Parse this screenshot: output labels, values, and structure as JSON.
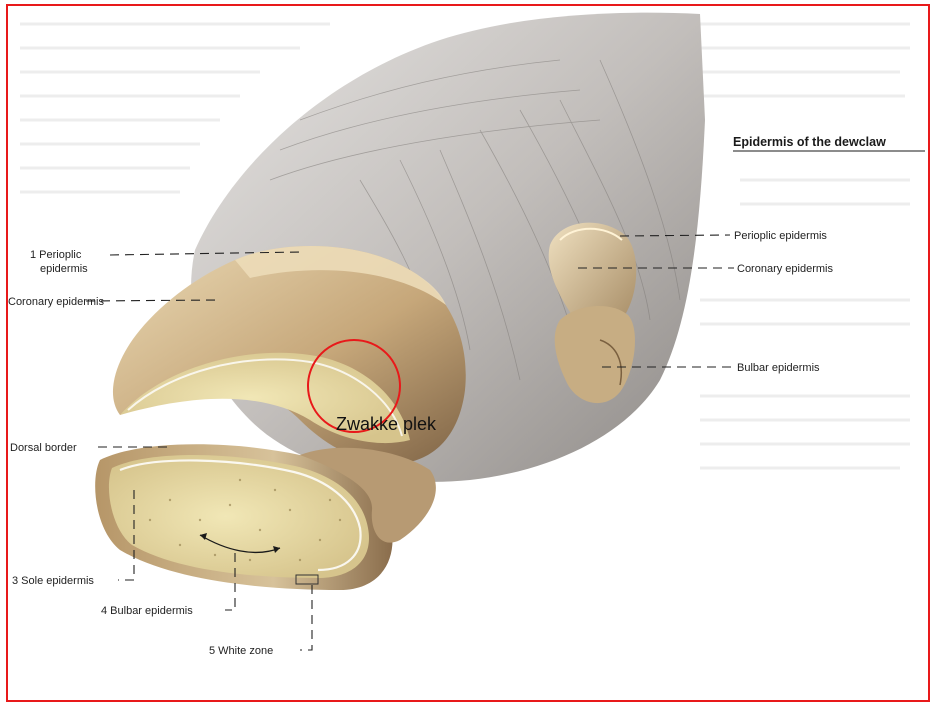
{
  "title": "Epidermis of the dewclaw",
  "labels": {
    "perioplic_epidermis_1a": "1 Perioplic",
    "perioplic_epidermis_1b": "epidermis",
    "coronary_epidermis_left": "Coronary epidermis",
    "dorsal_border": "Dorsal border",
    "sole_epidermis": "3 Sole epidermis",
    "bulbar_epidermis_4": "4 Bulbar epidermis",
    "white_zone": "5 White zone",
    "perioplic_epidermis_right": "Perioplic epidermis",
    "coronary_epidermis_right": "Coronary epidermis",
    "bulbar_epidermis_right": "Bulbar epidermis"
  },
  "annotation": {
    "text": "Zwakke plek",
    "circle_color": "#e8191a"
  },
  "colors": {
    "frame": "#e8191a",
    "hoof_light": "#d9c49a",
    "hoof_mid": "#b89a6a",
    "hoof_dark": "#7d6244",
    "skin": "#c9c5c2",
    "skin_shadow": "#8d8a88",
    "sole": "#e8dca4"
  }
}
